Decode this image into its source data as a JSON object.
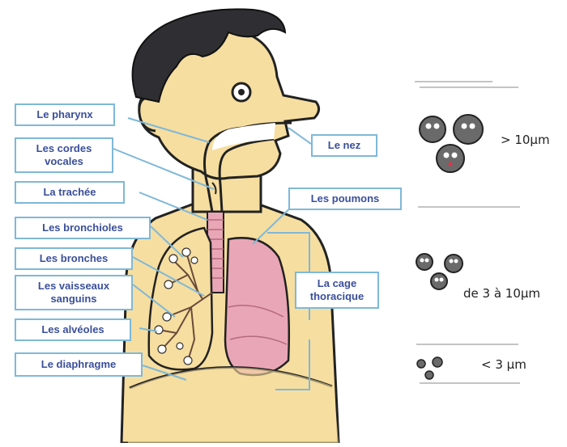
{
  "labels": {
    "pharynx": "Le pharynx",
    "cordes": "Les cordes\nvocales",
    "trachee": "La trachée",
    "bronchioles": "Les bronchioles",
    "bronches": "Les bronches",
    "vaisseaux": "Les vaisseaux\nsanguins",
    "alveoles": "Les alvéoles",
    "diaphragme": "Le diaphragme",
    "nez": "Le nez",
    "poumons": "Les poumons",
    "cage": "La cage\nthoracique"
  },
  "particles": [
    {
      "label": "> 10µm"
    },
    {
      "label": "de 3 à 10µm"
    },
    {
      "label": "< 3 µm"
    }
  ],
  "colors": {
    "skin": "#f6dea0",
    "hair": "#2f2f33",
    "lung": "#e9a6b6",
    "label_border": "#7fb8d8",
    "label_text": "#3a4f9a"
  }
}
